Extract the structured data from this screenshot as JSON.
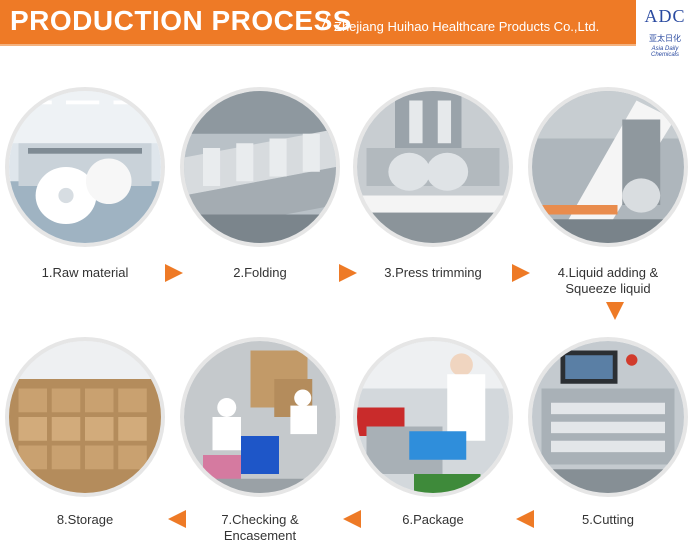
{
  "header": {
    "title": "PRODUCTION PROCESS",
    "slash": "/",
    "subtitle": "Zhejiang Huihao Healthcare Products Co.,Ltd."
  },
  "logo": {
    "mark": "ADC",
    "chinese": "亚太日化",
    "english": "Asia Daily Chemicals"
  },
  "colors": {
    "accent": "#ee7a26"
  },
  "steps": [
    {
      "label": "1.Raw material"
    },
    {
      "label": "2.Folding"
    },
    {
      "label": "3.Press trimming"
    },
    {
      "label_line1": "4.Liquid adding &",
      "label_line2": "Squeeze liquid"
    },
    {
      "label": "5.Cutting"
    },
    {
      "label": "6.Package"
    },
    {
      "label_line1": "7.Checking &",
      "label_line2": "Encasement"
    },
    {
      "label": "8.Storage"
    }
  ]
}
